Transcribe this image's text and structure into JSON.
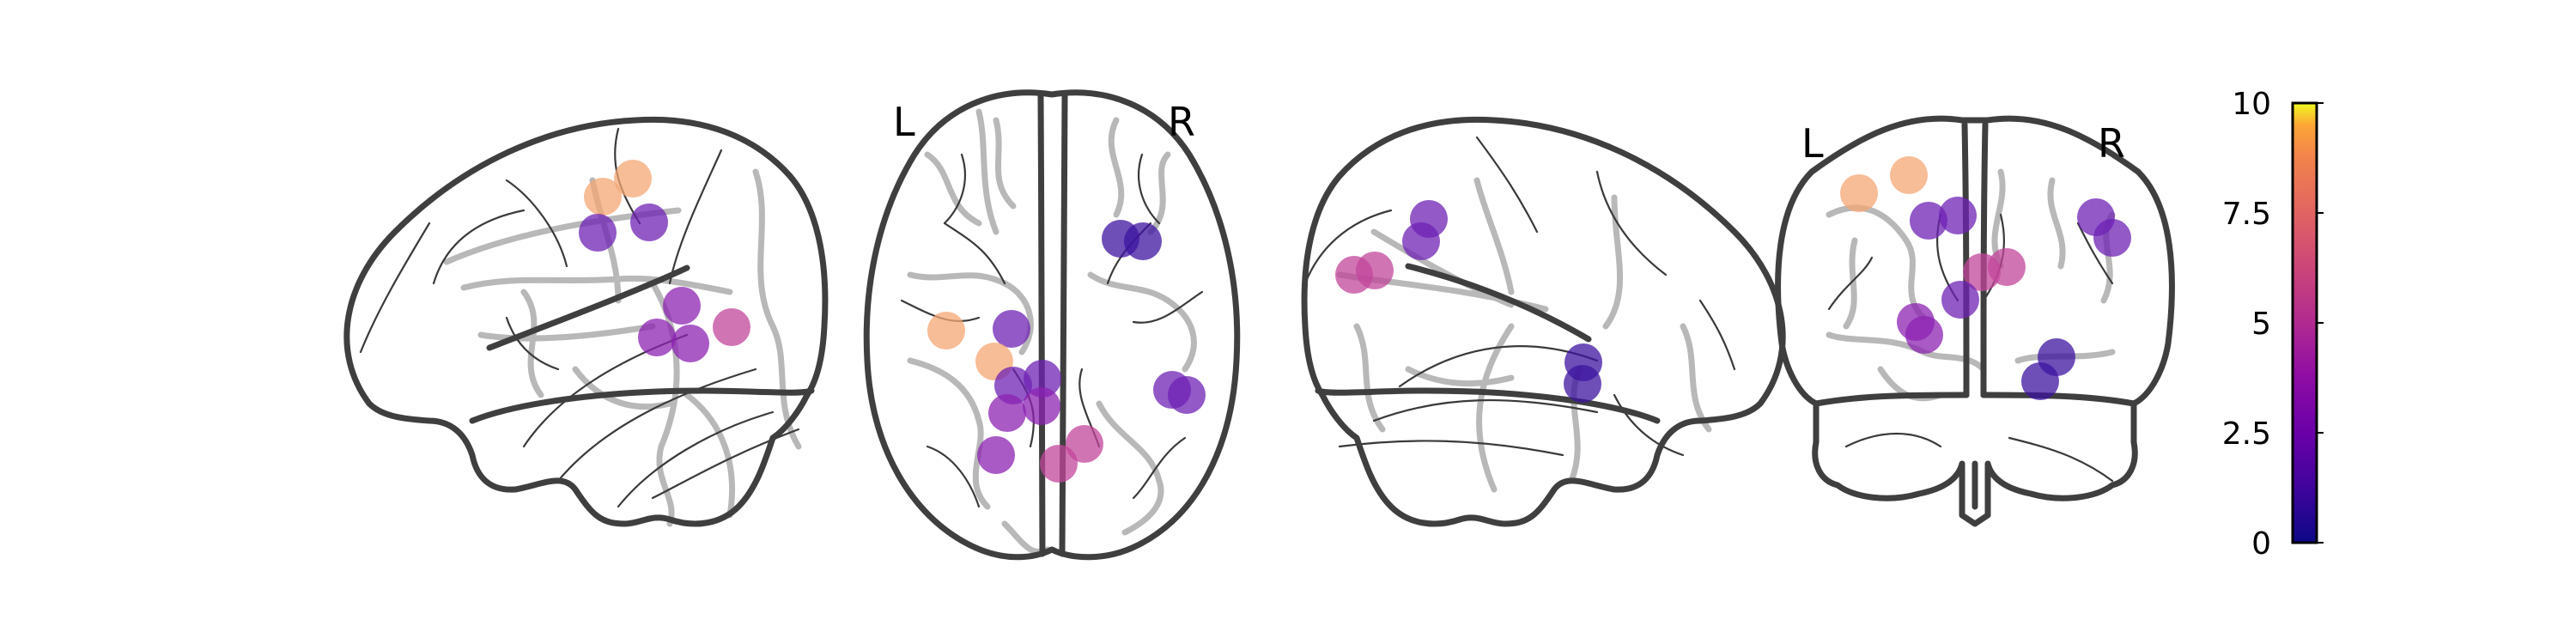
{
  "views": {
    "axial": {
      "left_label": "L",
      "right_label": "R"
    },
    "coronal": {
      "left_label": "L",
      "right_label": "R"
    }
  },
  "colorbar": {
    "colormap": "plasma",
    "min": 0,
    "max": 10,
    "ticks": [
      "0",
      "2.5",
      "5",
      "7.5",
      "10"
    ],
    "tick_values": [
      0,
      2.5,
      5,
      7.5,
      10
    ]
  },
  "marker_colors": {
    "peach": "#f4a774",
    "purple": "#6d22b4",
    "magenta": "#c2469b",
    "violet": "#8c23b2",
    "indigo": "#3d14a0"
  },
  "markers": {
    "sagittal_left": [
      {
        "value": 7.3,
        "color": "peach"
      },
      {
        "value": 7.3,
        "color": "peach"
      },
      {
        "value": 2.2,
        "color": "purple"
      },
      {
        "value": 2.2,
        "color": "purple"
      },
      {
        "value": 2.6,
        "color": "violet"
      },
      {
        "value": 2.6,
        "color": "violet"
      },
      {
        "value": 2.6,
        "color": "violet"
      },
      {
        "value": 3.6,
        "color": "magenta"
      }
    ],
    "axial": [
      {
        "value": 1.2,
        "color": "indigo"
      },
      {
        "value": 1.2,
        "color": "indigo"
      },
      {
        "value": 2.2,
        "color": "purple"
      },
      {
        "value": 7.3,
        "color": "peach"
      },
      {
        "value": 7.3,
        "color": "peach"
      },
      {
        "value": 2.2,
        "color": "purple"
      },
      {
        "value": 2.2,
        "color": "purple"
      },
      {
        "value": 2.6,
        "color": "violet"
      },
      {
        "value": 2.6,
        "color": "violet"
      },
      {
        "value": 2.2,
        "color": "purple"
      },
      {
        "value": 2.2,
        "color": "purple"
      },
      {
        "value": 3.6,
        "color": "magenta"
      },
      {
        "value": 3.6,
        "color": "magenta"
      },
      {
        "value": 2.6,
        "color": "violet"
      }
    ],
    "sagittal_right": [
      {
        "value": 2.2,
        "color": "purple"
      },
      {
        "value": 2.2,
        "color": "purple"
      },
      {
        "value": 3.6,
        "color": "magenta"
      },
      {
        "value": 3.6,
        "color": "magenta"
      },
      {
        "value": 1.2,
        "color": "indigo"
      },
      {
        "value": 1.2,
        "color": "indigo"
      }
    ],
    "coronal": [
      {
        "value": 7.3,
        "color": "peach"
      },
      {
        "value": 7.3,
        "color": "peach"
      },
      {
        "value": 2.2,
        "color": "purple"
      },
      {
        "value": 2.2,
        "color": "purple"
      },
      {
        "value": 2.2,
        "color": "purple"
      },
      {
        "value": 2.2,
        "color": "purple"
      },
      {
        "value": 3.6,
        "color": "magenta"
      },
      {
        "value": 3.6,
        "color": "magenta"
      },
      {
        "value": 2.2,
        "color": "purple"
      },
      {
        "value": 2.6,
        "color": "violet"
      },
      {
        "value": 2.6,
        "color": "violet"
      },
      {
        "value": 1.2,
        "color": "indigo"
      },
      {
        "value": 1.2,
        "color": "indigo"
      }
    ]
  }
}
